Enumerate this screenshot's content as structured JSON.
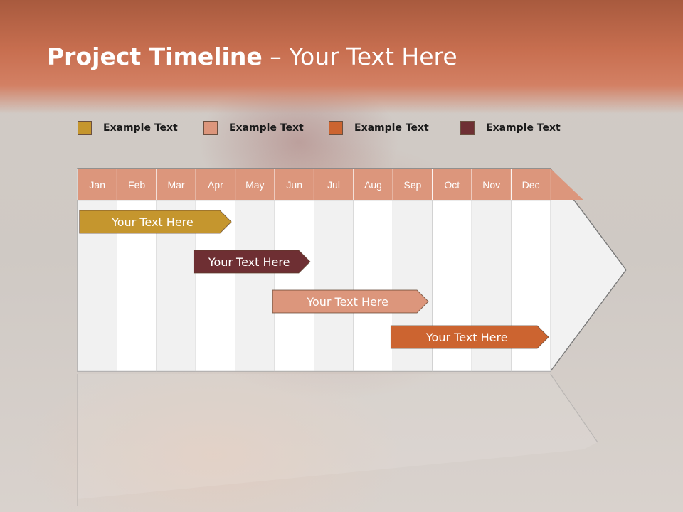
{
  "title": {
    "bold": "Project Timeline",
    "rest": " – Your Text Here"
  },
  "legend": [
    {
      "label": "Example Text",
      "color": "#c5962e"
    },
    {
      "label": "Example Text",
      "color": "#dc967c"
    },
    {
      "label": "Example Text",
      "color": "#cc6430"
    },
    {
      "label": "Example Text",
      "color": "#6e2f33"
    }
  ],
  "timeline": {
    "months": [
      "Jan",
      "Feb",
      "Mar",
      "Apr",
      "May",
      "Jun",
      "Jul",
      "Aug",
      "Sep",
      "Oct",
      "Nov",
      "Dec"
    ],
    "header_color": "#dc967c",
    "tasks": [
      {
        "label": "Your  Text Here",
        "start_month": 0.05,
        "end_month": 3.9,
        "color": "#c5962e"
      },
      {
        "label": "Your  Text Here",
        "start_month": 2.95,
        "end_month": 5.9,
        "color": "#6e2f33"
      },
      {
        "label": "Your  Text Here",
        "start_month": 4.95,
        "end_month": 8.9,
        "color": "#dc967c"
      },
      {
        "label": "Your  Text Here",
        "start_month": 7.95,
        "end_month": 11.95,
        "color": "#cc6430"
      }
    ]
  }
}
